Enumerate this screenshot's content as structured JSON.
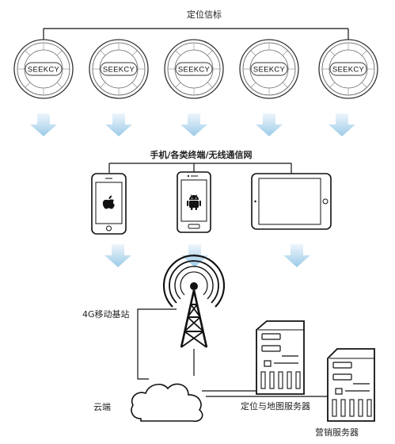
{
  "labels": {
    "beacons": "定位信标",
    "devices": "手机/各类终端/无线通信网",
    "base_station": "4G移动基站",
    "cloud": "云端",
    "map_server": "定位与地图服务器",
    "marketing_server": "营销服务器"
  },
  "beacon_logo": "SEEKCY",
  "beacons": [
    {
      "logo": "SEEKCY"
    },
    {
      "logo": "SEEKCY"
    },
    {
      "logo": "SEEKCY"
    },
    {
      "logo": "SEEKCY"
    },
    {
      "logo": "SEEKCY"
    }
  ],
  "devices": [
    {
      "type": "iphone",
      "icon": "apple-icon"
    },
    {
      "type": "android-phone",
      "icon": "android-icon"
    },
    {
      "type": "tablet",
      "icon": "home-button-icon"
    }
  ],
  "colors": {
    "arrow_top": "#e9f4fb",
    "arrow_bottom": "#9ccbe8",
    "line": "#111111",
    "text": "#222222"
  }
}
